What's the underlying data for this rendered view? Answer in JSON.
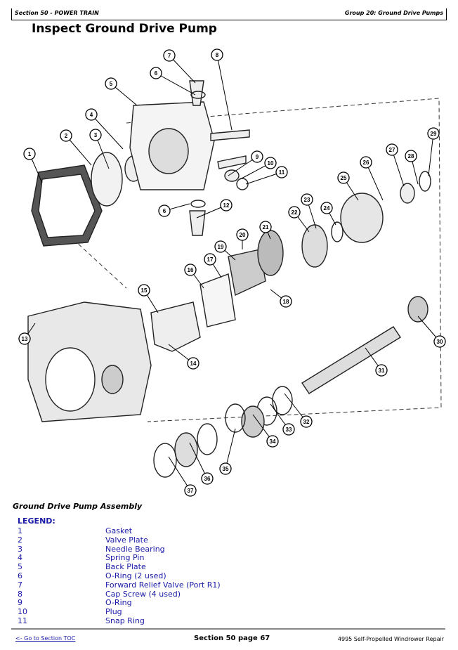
{
  "header": {
    "section": "Section 50 - POWER TRAIN",
    "group": "Group 20: Ground Drive Pumps"
  },
  "title": "Inspect Ground Drive Pump",
  "figure": {
    "callouts": [
      "1",
      "2",
      "3",
      "4",
      "5",
      "6",
      "7",
      "8",
      "9",
      "10",
      "11",
      "6",
      "12",
      "13",
      "14",
      "15",
      "16",
      "17",
      "18",
      "19",
      "20",
      "21",
      "22",
      "23",
      "24",
      "25",
      "26",
      "27",
      "28",
      "29",
      "30",
      "31",
      "32",
      "33",
      "34",
      "35",
      "36",
      "37"
    ]
  },
  "caption": "Ground Drive Pump Assembly",
  "legend": {
    "heading": "LEGEND:",
    "items": [
      {
        "n": "1",
        "label": "Gasket"
      },
      {
        "n": "2",
        "label": "Valve Plate"
      },
      {
        "n": "3",
        "label": "Needle Bearing"
      },
      {
        "n": "4",
        "label": "Spring Pin"
      },
      {
        "n": "5",
        "label": "Back Plate"
      },
      {
        "n": "6",
        "label": "O-Ring (2 used)"
      },
      {
        "n": "7",
        "label": "Forward Relief Valve (Port R1)"
      },
      {
        "n": "8",
        "label": "Cap Screw (4 used)"
      },
      {
        "n": "9",
        "label": "O-Ring"
      },
      {
        "n": "10",
        "label": "Plug"
      },
      {
        "n": "11",
        "label": "Snap Ring"
      }
    ]
  },
  "footer": {
    "toc_link": "<- Go to Section TOC",
    "page": "Section 50 page 67",
    "book": "4995 Self-Propelled Windrower Repair"
  }
}
